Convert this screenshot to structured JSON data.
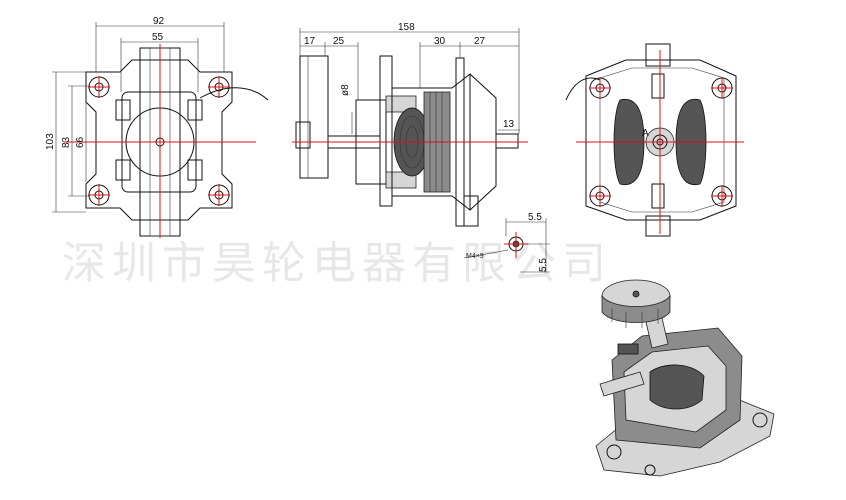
{
  "watermark": "深圳市昊轮电器有限公司",
  "front_view": {
    "dims": {
      "width_92": "92",
      "width_55": "55",
      "height_103": "103",
      "height_83": "83",
      "height_66": "66"
    }
  },
  "side_view": {
    "dims": {
      "length_158": "158",
      "d17": "17",
      "d25": "25",
      "d30": "30",
      "d27": "27",
      "shaft_d8": "ø8",
      "d13": "13"
    }
  },
  "detail_view": {
    "dims": {
      "d5_5_h": "5.5",
      "d5_5_v": "5.5",
      "thread": "M4×9"
    }
  },
  "rear_view": {
    "mark": "A"
  },
  "colors": {
    "center_line": "#e01010",
    "outline": "#111111",
    "stator": "#555555"
  }
}
